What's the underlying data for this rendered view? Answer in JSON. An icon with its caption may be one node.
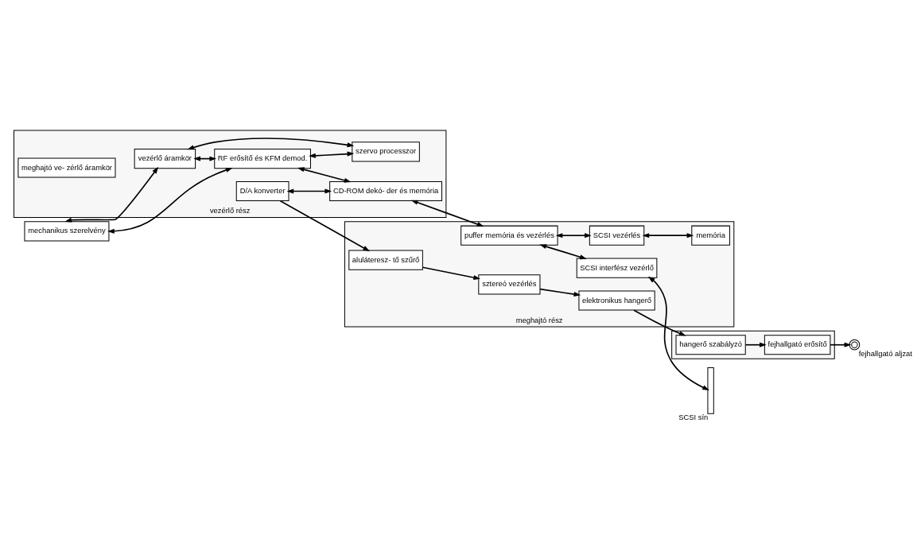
{
  "diagram": {
    "nodes": [
      {
        "text": [],
        "shape": "box"
      },
      {
        "text": [],
        "shape": "circle",
        "beside": [
          "fejhallgató aljzat"
        ]
      },
      {
        "text": [
          "fejhallgató erősítő"
        ],
        "in": 0
      },
      {
        "text": [
          "hangerő szabályzó"
        ],
        "in": 0
      },
      {
        "text": [
          "mechanikus szerelvény"
        ]
      },
      {
        "text": [
          "vezérlő rész"
        ]
      },
      {
        "text": [
          "vezérlő áramkör"
        ],
        "in": 5
      },
      {
        "text": [
          "D/A konverter"
        ],
        "in": 5
      },
      {
        "text": [
          "RF erősítő és KFM demod."
        ],
        "in": 5
      },
      {
        "text": [
          "CD-ROM dekó- der és memória"
        ],
        "in": 5
      },
      {
        "text": [
          "szervo processzor"
        ],
        "in": 5
      },
      {
        "text": [
          "meghajtó ve- zérlő áramkör"
        ],
        "in": 5
      },
      {
        "text": [
          "meghajtó rész"
        ]
      },
      {
        "text": [
          "aluláteresz- tő szűrő"
        ],
        "in": 12
      },
      {
        "text": [
          "sztereó vezérlés"
        ],
        "in": 12
      },
      {
        "text": [
          "elektronikus hangerő"
        ],
        "in": 12
      },
      {
        "text": [
          "puffer memória és vezérlés"
        ],
        "in": 12
      },
      {
        "text": [
          "SCSI interfész vezérlő"
        ],
        "in": 12
      },
      {
        "text": [
          "SCSI vezérlés"
        ],
        "in": 12
      },
      {
        "text": [
          "memória"
        ],
        "in": 12
      },
      {
        "text": [],
        "shape": "bar",
        "beside": [
          "SCSI sín"
        ]
      }
    ],
    "edges": [
      {
        "from": 3,
        "to": 2,
        "arrow": "to"
      },
      {
        "from": 2,
        "to": 1,
        "arrow": "to"
      },
      {
        "from": 15,
        "to": 3,
        "arrow": "to"
      },
      {
        "from": 7,
        "to": 13,
        "arrow": "to"
      },
      {
        "from": 13,
        "to": 14,
        "arrow": "to"
      },
      {
        "from": 14,
        "to": 15,
        "arrow": "to"
      },
      {
        "from": 4,
        "to": 6,
        "arrow": "both"
      },
      {
        "from": 4,
        "to": 8,
        "arrow": "both"
      },
      {
        "from": 8,
        "to": 9,
        "arrow": "both"
      },
      {
        "from": 7,
        "to": 9,
        "arrow": "both"
      },
      {
        "from": 6,
        "to": 8,
        "arrow": "both"
      },
      {
        "from": 6,
        "to": 10,
        "arrow": "both"
      },
      {
        "from": 8,
        "to": 10,
        "arrow": "both"
      },
      {
        "from": 9,
        "to": 16,
        "arrow": "both"
      },
      {
        "from": 16,
        "to": 17,
        "arrow": "both"
      },
      {
        "from": 17,
        "to": 20,
        "arrow": "both"
      },
      {
        "from": 16,
        "to": 18,
        "arrow": "both"
      },
      {
        "from": 18,
        "to": 19,
        "arrow": "both"
      }
    ]
  }
}
